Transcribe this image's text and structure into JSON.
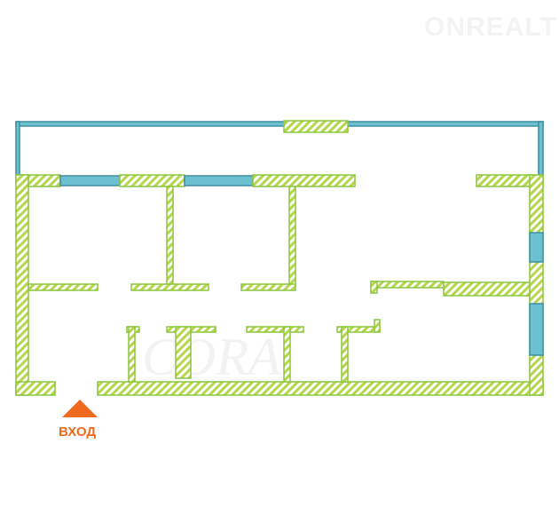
{
  "plan": {
    "entrance_label": "ВХОД",
    "watermark": "ONREALT",
    "watermark_2": "CORA",
    "colors": {
      "wall": "#c8e06a",
      "wall_stroke": "#8cc63f",
      "window": "#6cc0d0",
      "entrance": "#f06a1d"
    }
  }
}
